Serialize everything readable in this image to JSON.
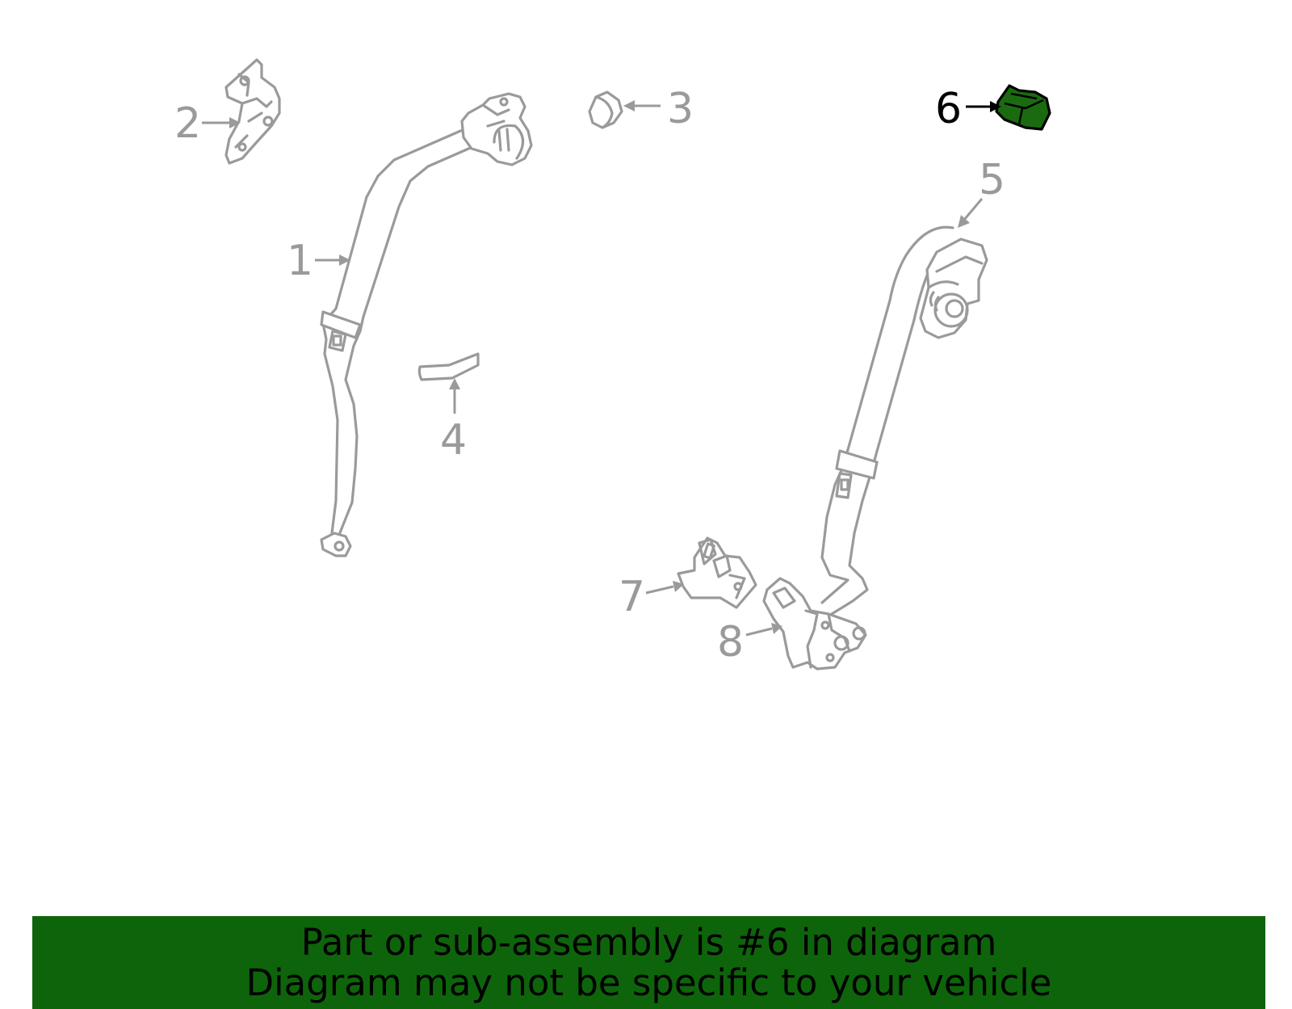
{
  "diagram": {
    "callouts": [
      "1",
      "2",
      "3",
      "4",
      "5",
      "6",
      "7",
      "8"
    ],
    "highlighted_callout": "6",
    "highlight_color": "#1a6b10",
    "line_color": "#9a9a9a"
  },
  "banner": {
    "line1": "Part or sub-assembly is #6 in diagram",
    "line2": "Diagram may not be specific to your vehicle",
    "background_color": "#0e640a"
  }
}
